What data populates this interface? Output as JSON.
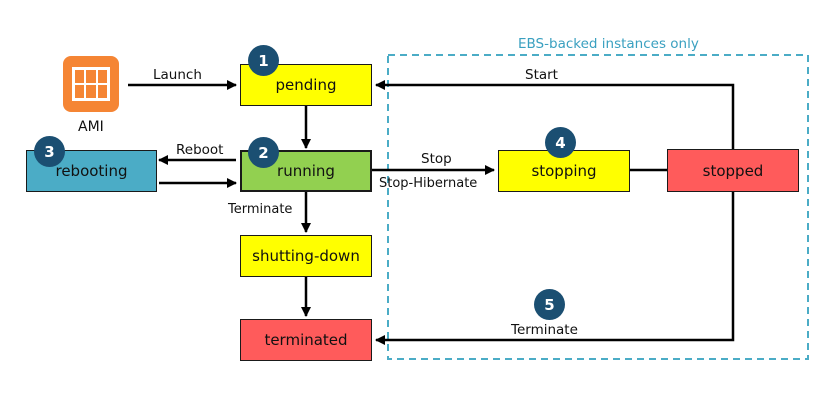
{
  "colors": {
    "pending": "#ffff00",
    "running": "#92d050",
    "rebooting": "#4bacc6",
    "stopping": "#ffff00",
    "stopped": "#ff5b5b",
    "shutting_down": "#ffff00",
    "terminated": "#ff5b5b",
    "badge": "#1b4f72",
    "ebs_border": "#4bacc6",
    "ebs_text": "#3aa0c0",
    "ami": "#f58534"
  },
  "ami": {
    "label": "AMI",
    "icon": "ami-icon"
  },
  "ebs_region": {
    "title": "EBS-backed instances only"
  },
  "states": {
    "pending": {
      "label": "pending",
      "badge": "1"
    },
    "running": {
      "label": "running",
      "badge": "2"
    },
    "rebooting": {
      "label": "rebooting",
      "badge": "3"
    },
    "stopping": {
      "label": "stopping",
      "badge": "4"
    },
    "stopped": {
      "label": "stopped"
    },
    "shutting_down": {
      "label": "shutting-down"
    },
    "terminated": {
      "label": "terminated"
    }
  },
  "transitions": {
    "launch": "Launch",
    "reboot": "Reboot",
    "stop": "Stop",
    "stop_hibernate": "Stop-Hibernate",
    "terminate_running": "Terminate",
    "start": "Start",
    "terminate_stopped": "Terminate",
    "terminate_stopped_badge": "5"
  }
}
